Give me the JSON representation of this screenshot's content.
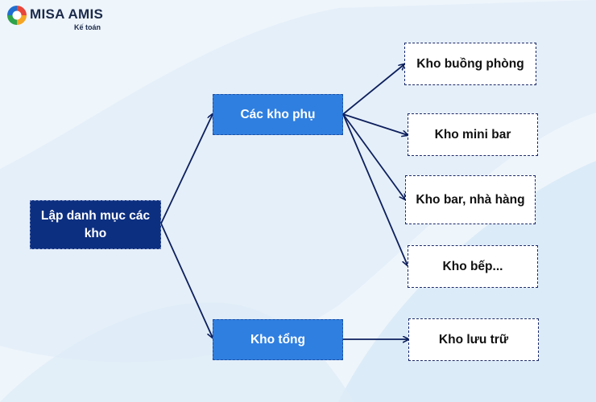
{
  "brand": {
    "name": "MISA AMIS",
    "subtitle": "Kế toán",
    "colors": [
      "#e8463a",
      "#f5a623",
      "#2ea34a",
      "#1f6fd1"
    ]
  },
  "diagram": {
    "root": {
      "label": "Lập danh mục các kho"
    },
    "branches": [
      {
        "label": "Các kho phụ",
        "children": [
          "Kho buồng phòng",
          "Kho mini bar",
          "Kho bar, nhà hàng",
          "Kho bếp..."
        ]
      },
      {
        "label": "Kho tổng",
        "children": [
          "Kho lưu trữ"
        ]
      }
    ]
  },
  "colors": {
    "root_fill": "#0d2f80",
    "branch_fill": "#2f7fe0",
    "leaf_fill": "#ffffff",
    "arrow": "#0d1f5c"
  }
}
